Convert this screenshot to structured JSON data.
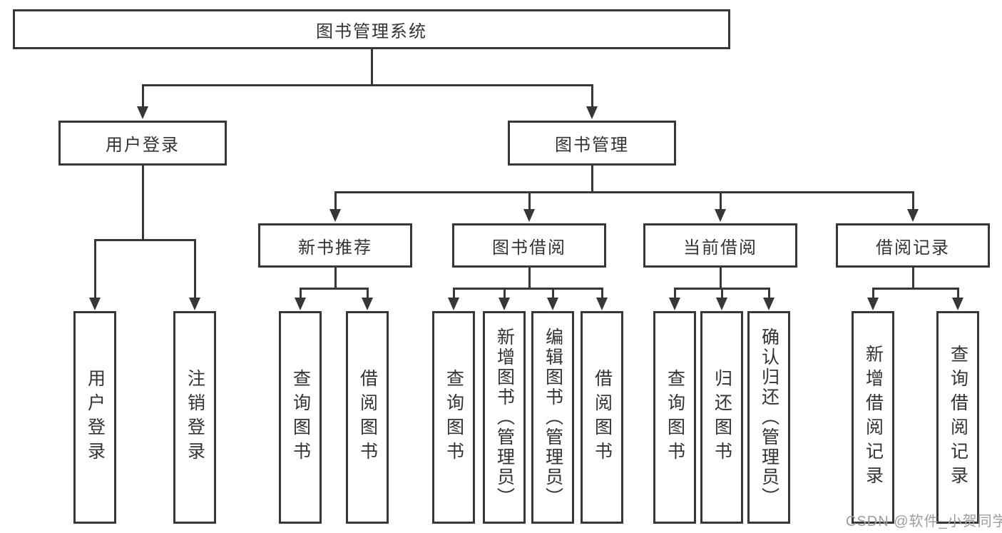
{
  "diagram": {
    "title": "图书管理系统",
    "root": {
      "label": "图书管理系统"
    },
    "branches": [
      {
        "label": "用户登录",
        "children": [
          {
            "label": "用户登录"
          },
          {
            "label": "注销登录"
          }
        ]
      },
      {
        "label": "图书管理",
        "children": [
          {
            "label": "新书推荐",
            "children": [
              {
                "label": "查询图书"
              },
              {
                "label": "借阅图书"
              }
            ]
          },
          {
            "label": "图书借阅",
            "children": [
              {
                "label": "查询图书"
              },
              {
                "label": "新增图书（管理员）"
              },
              {
                "label": "编辑图书（管理员）"
              },
              {
                "label": "借阅图书"
              }
            ]
          },
          {
            "label": "当前借阅",
            "children": [
              {
                "label": "查询图书"
              },
              {
                "label": "归还图书"
              },
              {
                "label": "确认归还（管理员）"
              }
            ]
          },
          {
            "label": "借阅记录",
            "children": [
              {
                "label": "新增借阅记录"
              },
              {
                "label": "查询借阅记录"
              }
            ]
          }
        ]
      }
    ]
  },
  "watermark": {
    "text": "CSDN @软件_小贺同学"
  },
  "colors": {
    "line": "#373737",
    "text": "#333333",
    "watermark": "#9d9d9d",
    "background": "#ffffff"
  }
}
